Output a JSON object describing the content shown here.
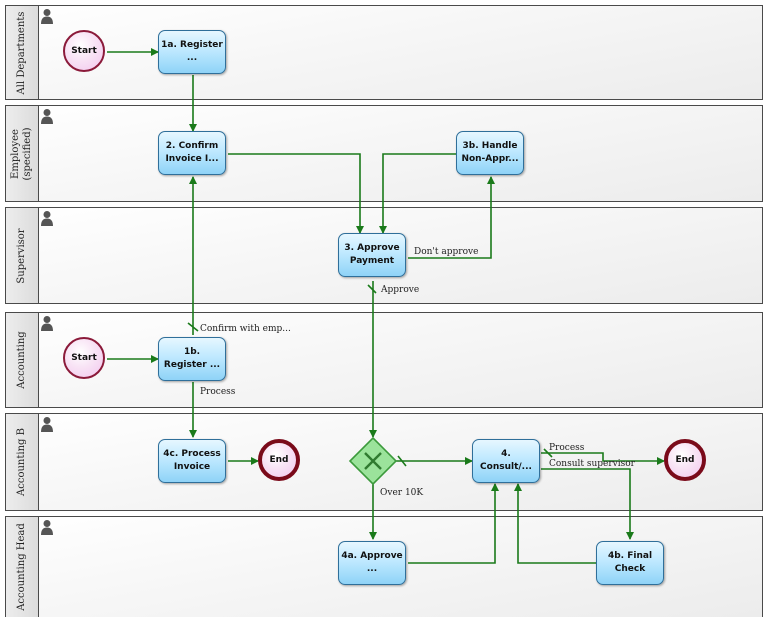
{
  "lanes": [
    {
      "label": "All Departments"
    },
    {
      "label": "Employee (specified)"
    },
    {
      "label": "Supervisor"
    },
    {
      "label": "Accounting"
    },
    {
      "label": "Accounting B"
    },
    {
      "label": "Accounting Head"
    }
  ],
  "events": {
    "start_all": "Start",
    "start_accounting": "Start",
    "end_process": "End",
    "end_right": "End"
  },
  "tasks": {
    "t1a": "1a. Register ...",
    "t2": "2. Confirm Invoice I...",
    "t3b": "3b. Handle Non-Appr...",
    "t3": "3. Approve Payment",
    "t1b": "1b. Register ...",
    "t4c": "4c. Process Invoice",
    "t4": "4. Consult/...",
    "t4a": "4a. Approve ...",
    "t4b": "4b. Final Check"
  },
  "flow_labels": {
    "dont_approve": "Don't approve",
    "approve": "Approve",
    "confirm_with_emp": "Confirm with emp...",
    "process_1b": "Process",
    "over_10k": "Over 10K",
    "process_4": "Process",
    "consult_supervisor": "Consult supervisor"
  },
  "colors": {
    "flow": "#1a7a1a",
    "task_border": "#2f6f9a",
    "gateway": "#3c9a3c"
  }
}
